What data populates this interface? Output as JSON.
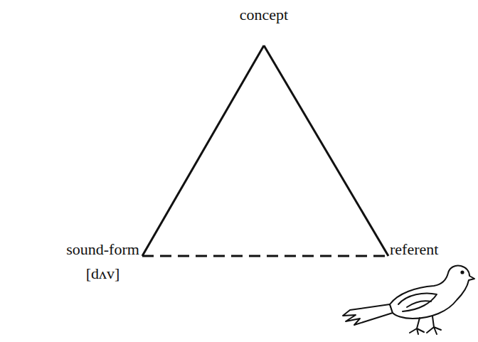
{
  "diagram": {
    "nodes": [
      {
        "text": [
          "concept"
        ]
      },
      {
        "text": [
          "sound-form",
          "[dʌv]"
        ]
      },
      {
        "text": [
          "referent"
        ]
      }
    ],
    "edges": [
      {
        "from": 0,
        "to": 1,
        "arrow": "none"
      },
      {
        "from": 0,
        "to": 2,
        "arrow": "none"
      },
      {
        "from": 1,
        "to": 2,
        "arrow": "none"
      }
    ]
  }
}
